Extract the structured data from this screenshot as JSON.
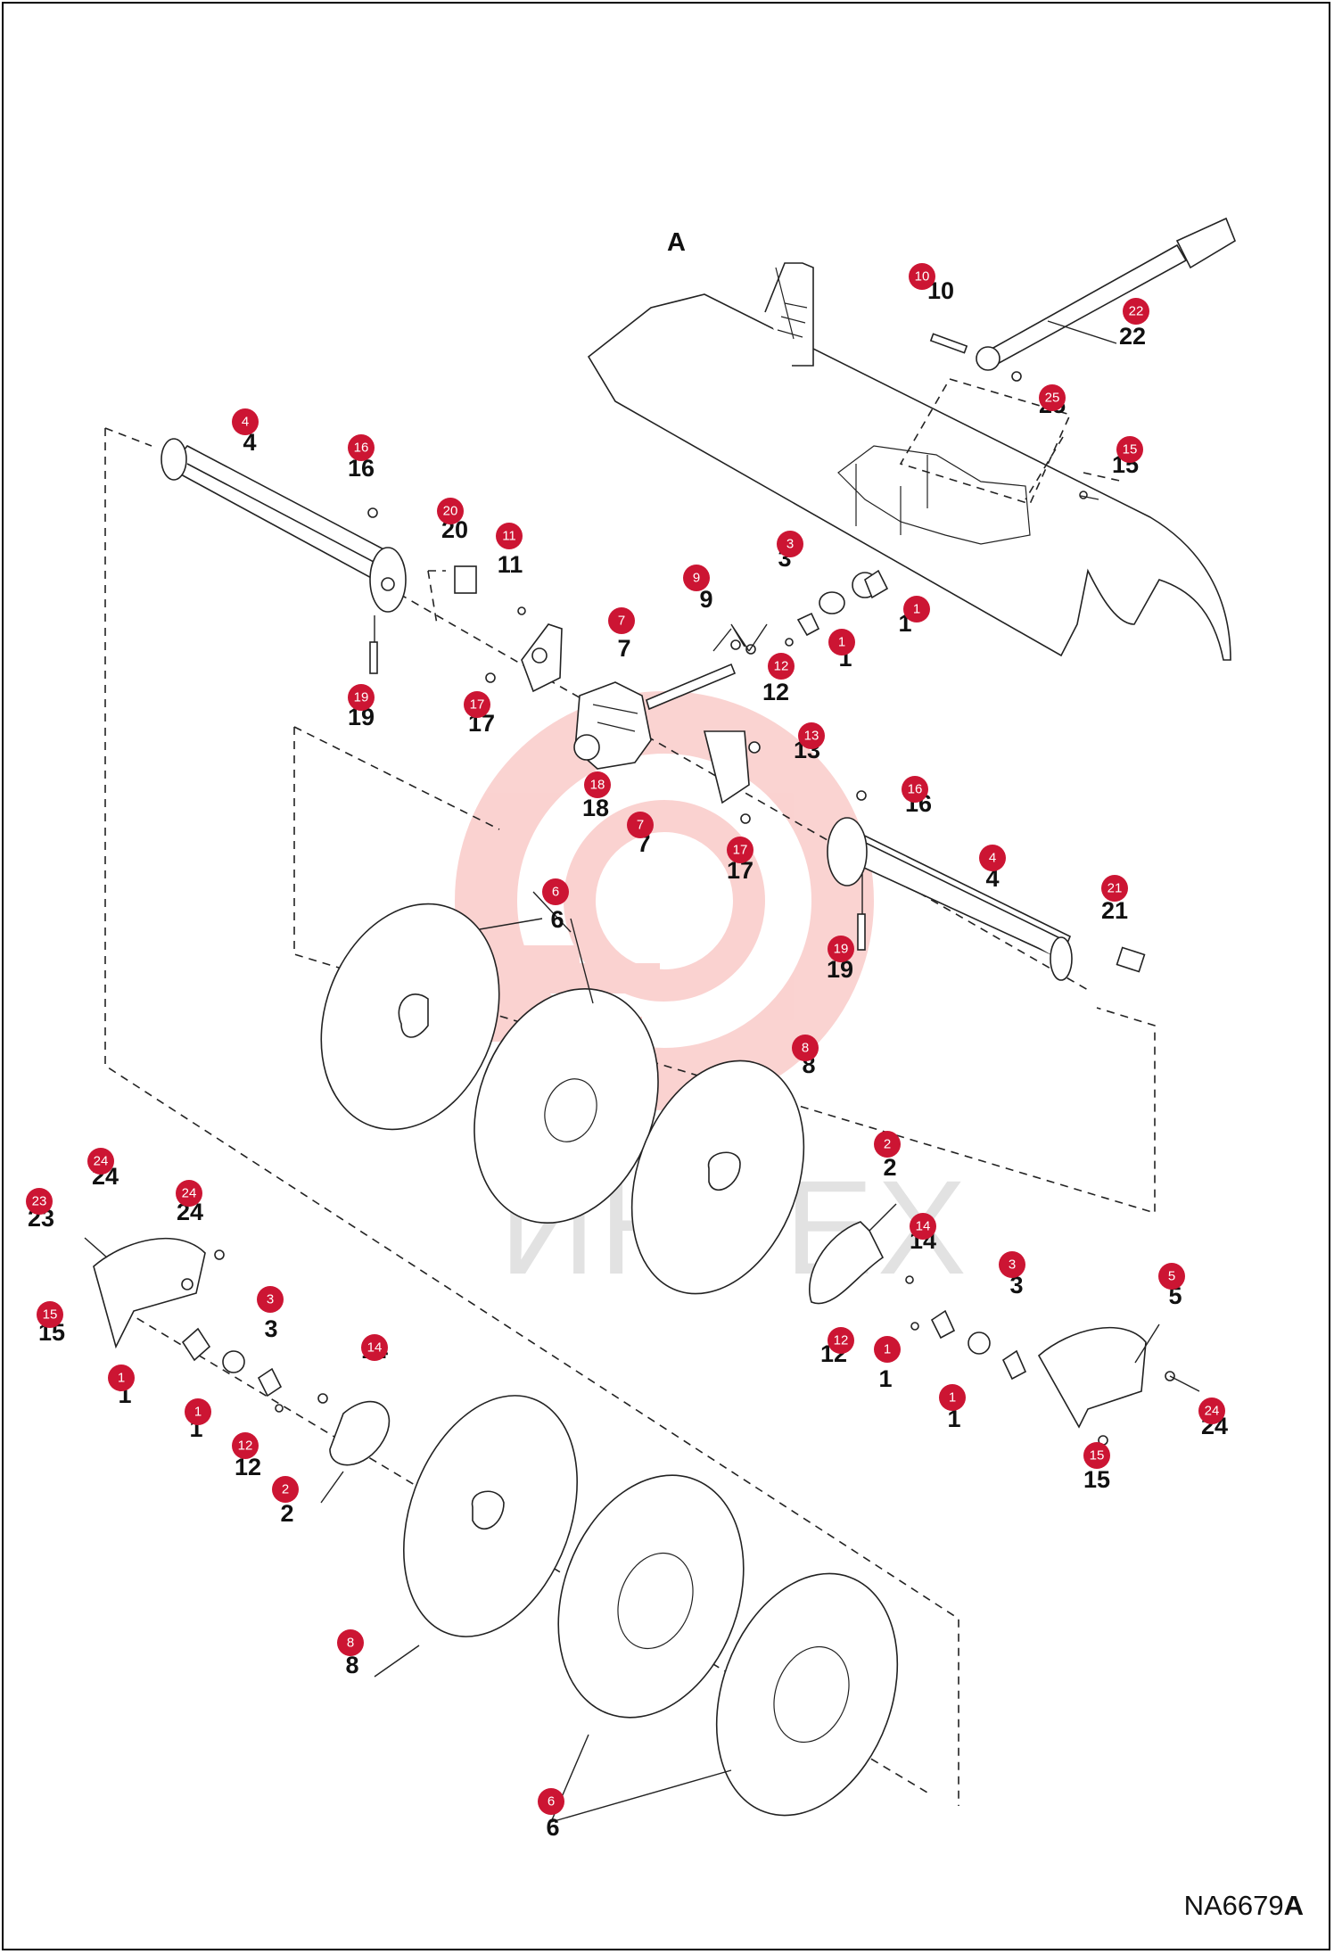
{
  "view_label": "A",
  "drawing_code": {
    "prefix": "NA6679",
    "suffix": "A"
  },
  "watermark": {
    "text": "ИНТЕХ",
    "color": "#e9362f"
  },
  "badge_color": "#cc1533",
  "callouts": [
    {
      "n": "10",
      "label": "10"
    },
    {
      "n": "22",
      "label": "22"
    },
    {
      "n": "25",
      "label": "25"
    },
    {
      "n": "15",
      "label": "15"
    },
    {
      "n": "4",
      "label": "4"
    },
    {
      "n": "16",
      "label": "16"
    },
    {
      "n": "20",
      "label": "20"
    },
    {
      "n": "11",
      "label": "11"
    },
    {
      "n": "3",
      "label": "3"
    },
    {
      "n": "1",
      "label": "1"
    },
    {
      "n": "9",
      "label": "9"
    },
    {
      "n": "7",
      "label": "7"
    },
    {
      "n": "1",
      "label": "1"
    },
    {
      "n": "12",
      "label": "12"
    },
    {
      "n": "17",
      "label": "17"
    },
    {
      "n": "19",
      "label": "19"
    },
    {
      "n": "13",
      "label": "13"
    },
    {
      "n": "18",
      "label": "18"
    },
    {
      "n": "16",
      "label": "16"
    },
    {
      "n": "7",
      "label": "7"
    },
    {
      "n": "17",
      "label": "17"
    },
    {
      "n": "4",
      "label": "4"
    },
    {
      "n": "21",
      "label": "21"
    },
    {
      "n": "6",
      "label": "6"
    },
    {
      "n": "19",
      "label": "19"
    },
    {
      "n": "8",
      "label": "8"
    },
    {
      "n": "24",
      "label": "24"
    },
    {
      "n": "24",
      "label": "24"
    },
    {
      "n": "23",
      "label": "23"
    },
    {
      "n": "2",
      "label": "2"
    },
    {
      "n": "14",
      "label": "14"
    },
    {
      "n": "3",
      "label": "3"
    },
    {
      "n": "5",
      "label": "5"
    },
    {
      "n": "15",
      "label": "15"
    },
    {
      "n": "3",
      "label": "3"
    },
    {
      "n": "14",
      "label": "14"
    },
    {
      "n": "1",
      "label": "1"
    },
    {
      "n": "12",
      "label": "12"
    },
    {
      "n": "1",
      "label": "1"
    },
    {
      "n": "1",
      "label": "1"
    },
    {
      "n": "12",
      "label": "12"
    },
    {
      "n": "1",
      "label": "1"
    },
    {
      "n": "24",
      "label": "24"
    },
    {
      "n": "15",
      "label": "15"
    },
    {
      "n": "2",
      "label": "2"
    },
    {
      "n": "8",
      "label": "8"
    },
    {
      "n": "6",
      "label": "6"
    }
  ]
}
